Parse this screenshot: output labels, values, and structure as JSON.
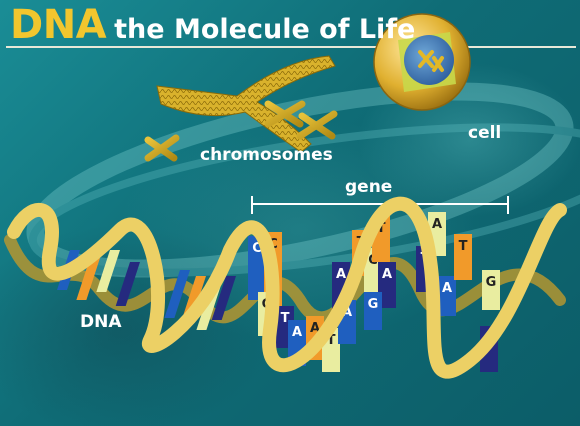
{
  "title": {
    "emphasis": "DNA",
    "rest": "the Molecule of Life"
  },
  "labels": {
    "chromosomes": "chromosomes",
    "cell": "cell",
    "gene": "gene",
    "dna": "DNA"
  },
  "base_letters": [
    "C",
    "C",
    "G",
    "T",
    "A",
    "A",
    "T",
    "A",
    "A",
    "T",
    "C",
    "A",
    "G",
    "T",
    "A",
    "T",
    "A",
    "T",
    "G",
    "C"
  ],
  "colors": {
    "background": "#0f6f78",
    "title_accent": "#f2c62e",
    "backbone": "#e9cd5e",
    "base_pair_colors": [
      "#1f5fbf",
      "#f19a2a",
      "#e9eda0",
      "#252a7f"
    ]
  }
}
